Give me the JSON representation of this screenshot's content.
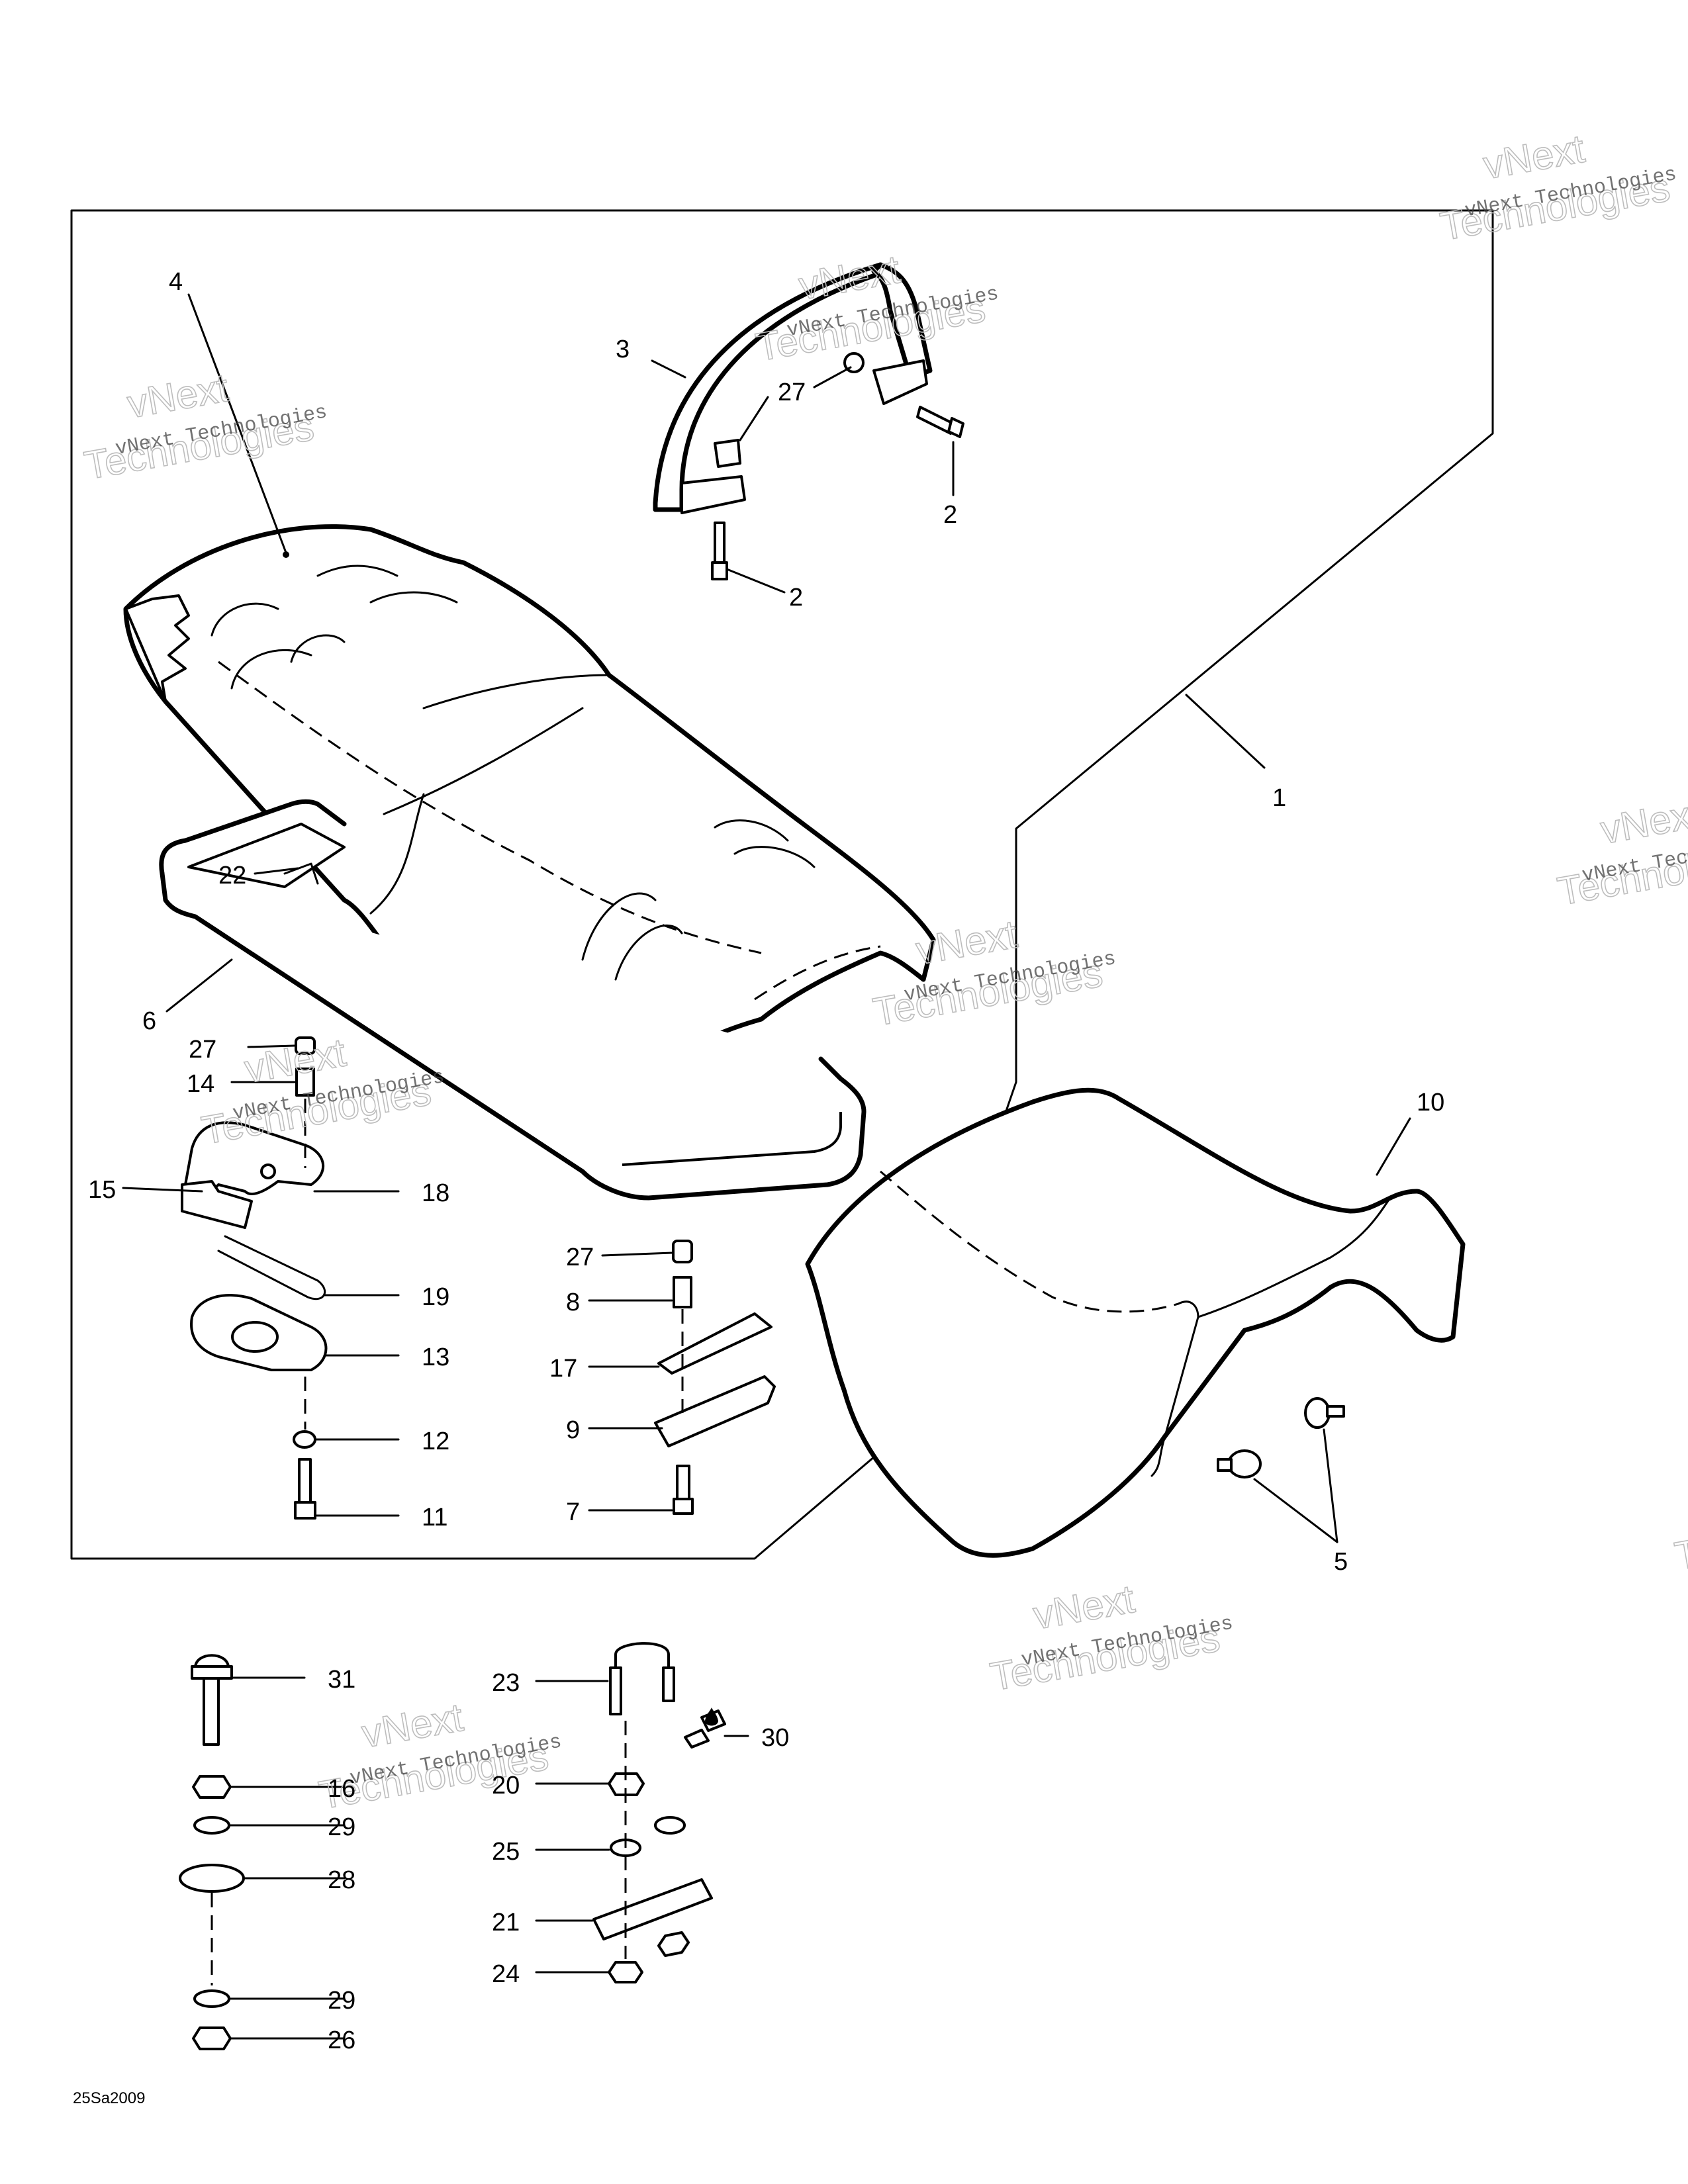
{
  "labels": {
    "l1": "1",
    "l2a": "2",
    "l2b": "2",
    "l3": "3",
    "l4": "4",
    "l5": "5",
    "l6": "6",
    "l7": "7",
    "l8": "8",
    "l9": "9",
    "l10": "10",
    "l11": "11",
    "l12": "12",
    "l13": "13",
    "l14": "14",
    "l15": "15",
    "l16": "16",
    "l17": "17",
    "l18": "18",
    "l19": "19",
    "l20": "20",
    "l21": "21",
    "l22": "22",
    "l23": "23",
    "l24": "24",
    "l25": "25",
    "l26": "26",
    "l27a": "27",
    "l27b": "27",
    "l27c": "27",
    "l28": "28",
    "l29a": "29",
    "l29b": "29",
    "l30": "30",
    "l31": "31"
  },
  "watermark": {
    "line1": "vNext Technologies",
    "line2a": "vNext",
    "line2b": "Technologies"
  },
  "drawing_code": "25Sa2009"
}
